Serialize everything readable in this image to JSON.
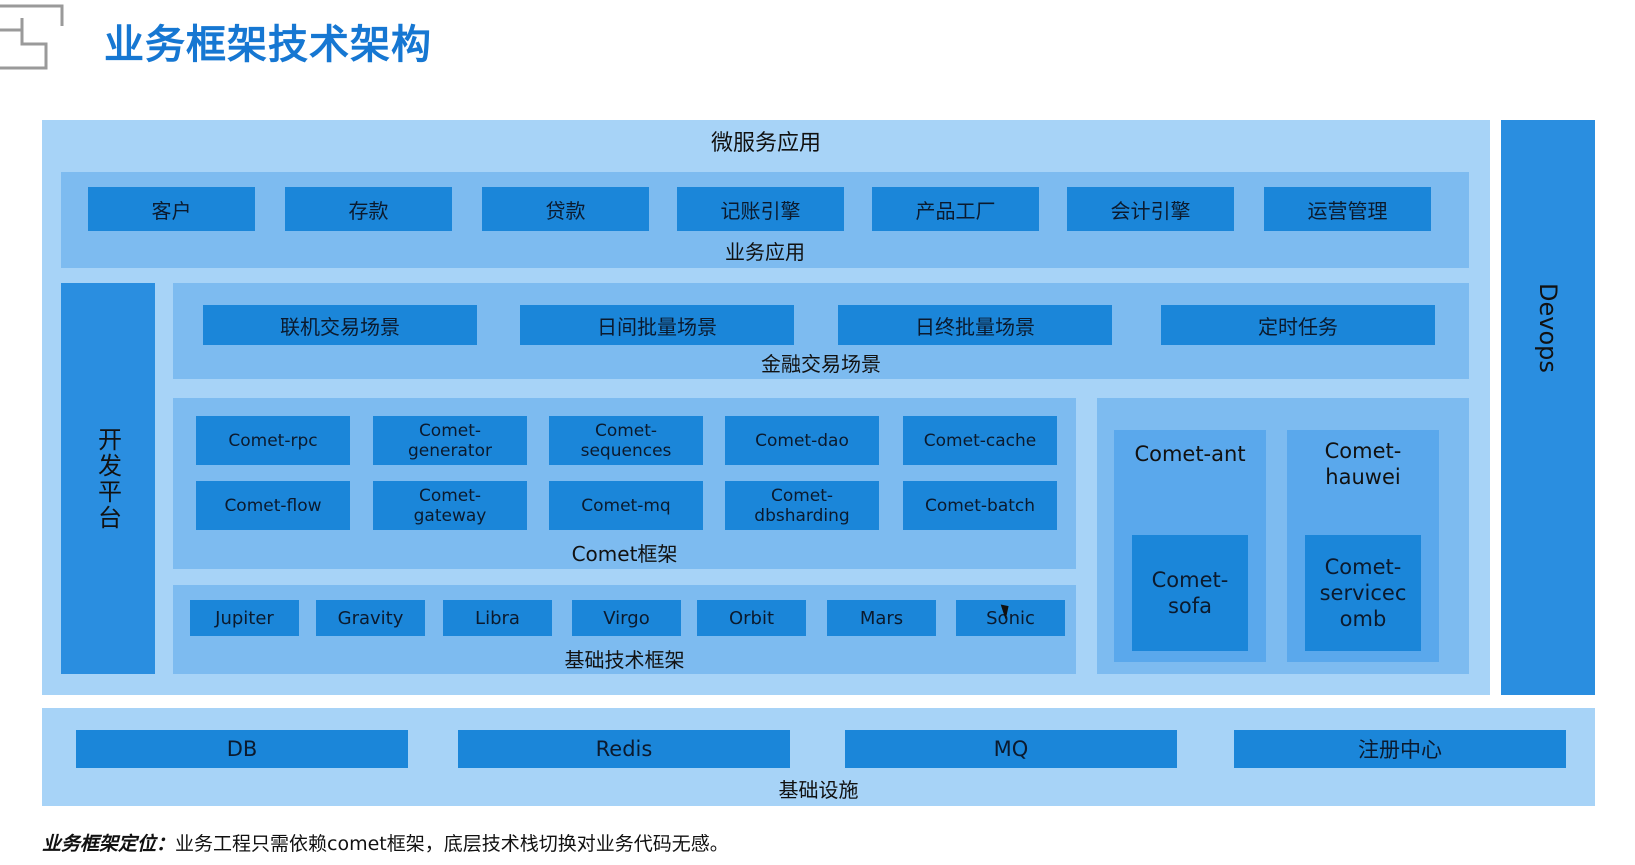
{
  "slide": {
    "title": "业务框架技术架构"
  },
  "microservice": {
    "label": "微服务应用",
    "business": {
      "label": "业务应用",
      "items": [
        "客户",
        "存款",
        "贷款",
        "记账引擎",
        "产品工厂",
        "会计引擎",
        "运营管理"
      ]
    },
    "dev_platform": "开发平台",
    "financial": {
      "label": "金融交易场景",
      "items": [
        "联机交易场景",
        "日间批量场景",
        "日终批量场景",
        "定时任务"
      ]
    },
    "comet": {
      "label": "Comet框架",
      "row1": [
        "Comet-rpc",
        "Comet-\ngenerator",
        "Comet-\nsequences",
        "Comet-dao",
        "Comet-cache"
      ],
      "row2": [
        "Comet-flow",
        "Comet-\ngateway",
        "Comet-mq",
        "Comet-\ndbsharding",
        "Comet-batch"
      ]
    },
    "basic_tech": {
      "label": "基础技术框架",
      "items": [
        "Jupiter",
        "Gravity",
        "Libra",
        "Virgo",
        "Orbit",
        "Mars",
        "Sonic"
      ]
    },
    "adapters": {
      "ant": {
        "label": "Comet-ant",
        "inner": "Comet-\nsofa"
      },
      "huawei": {
        "label": "Comet-\nhauwei",
        "inner": "Comet-\nservicec\nomb"
      }
    }
  },
  "devops": "Devops",
  "infra": {
    "label": "基础设施",
    "items": [
      "DB",
      "Redis",
      "MQ",
      "注册中心"
    ]
  },
  "note": {
    "prefix": "业务框架定位：",
    "text": "业务工程只需依赖comet框架，底层技术栈切换对业务代码无感。"
  }
}
